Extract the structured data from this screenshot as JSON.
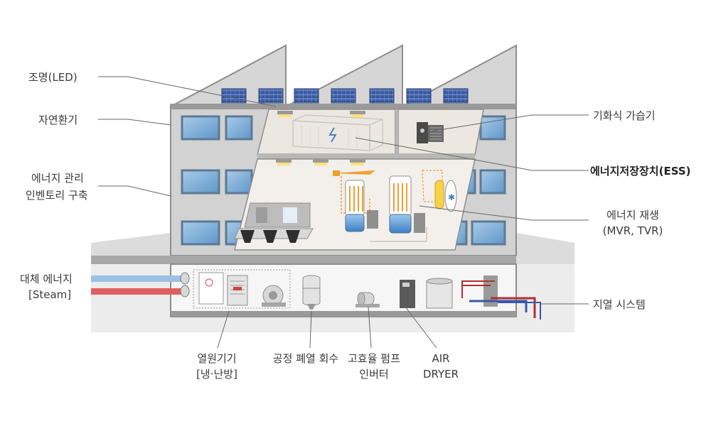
{
  "labels": {
    "led": "조명(LED)",
    "natural_vent": "자연환기",
    "energy_mgmt_1": "에너지 관리",
    "energy_mgmt_2": "인벤토리 구축",
    "alt_energy_1": "대체 에너지",
    "alt_energy_2": "[Steam]",
    "humidifier": "기화식 가습기",
    "ess": "에너지저장장치(ESS)",
    "regen_1": "에너지 재생",
    "regen_2": "(MVR, TVR)",
    "geothermal": "지열 시스템",
    "heat_source_1": "열원기기",
    "heat_source_2": "[냉·난방]",
    "waste_heat": "공정 폐열 회수",
    "pump_1": "고효율 펌프",
    "pump_2": "인버터",
    "air_1": "AIR",
    "air_2": "DRYER"
  },
  "colors": {
    "wall": "#c8c8c8",
    "wall_dark": "#8d8d8d",
    "window_blue": "#7aaed6",
    "solar": "#3d5fa8",
    "steam_blue": "#9cc1e6",
    "steam_red": "#e06060",
    "accent_orange": "#f0a030"
  }
}
